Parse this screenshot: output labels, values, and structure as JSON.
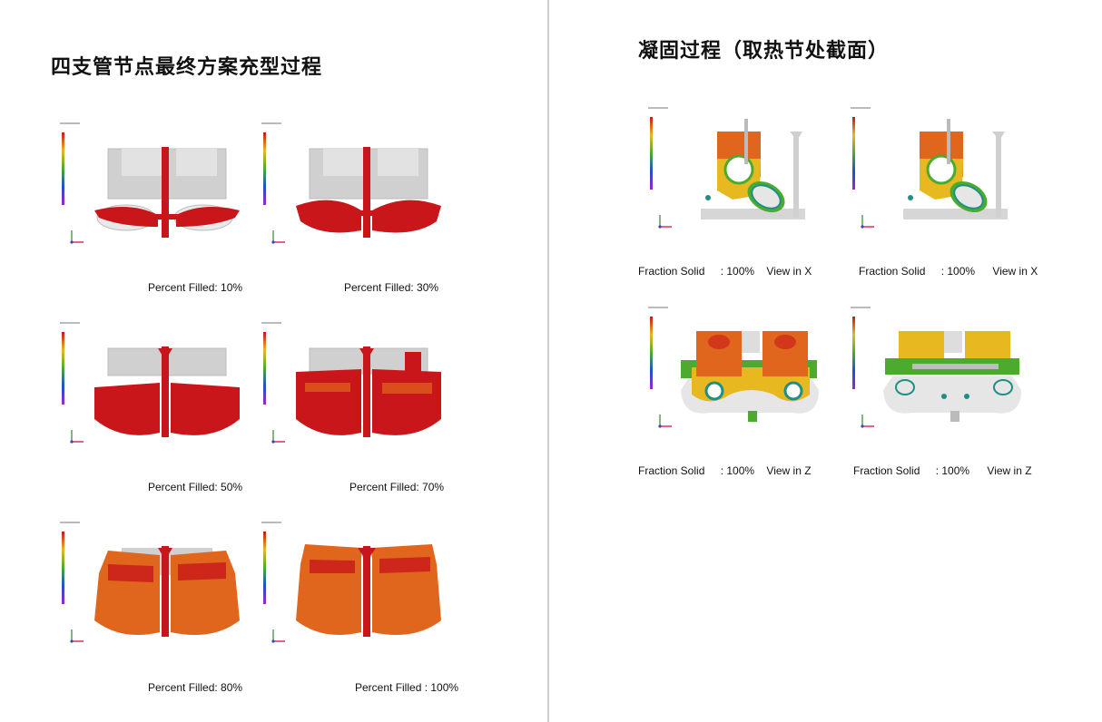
{
  "left_section": {
    "title": "四支管节点最终方案充型过程",
    "captions": [
      "Percent Filled: 10%",
      "Percent Filled: 30%",
      "Percent Filled: 50%",
      "Percent Filled: 70%",
      "Percent Filled: 80%",
      "Percent Filled : 100%"
    ]
  },
  "right_section": {
    "title": "凝固过程（取热节处截面）",
    "captions": [
      {
        "label": "Fraction Solid",
        "value": ": 100%",
        "view": "View in X"
      },
      {
        "label": "Fraction Solid",
        "value": ": 100%",
        "view": "View in X"
      },
      {
        "label": "Fraction Solid",
        "value": ": 100%",
        "view": "View in Z"
      },
      {
        "label": "Fraction Solid",
        "value": ": 100%",
        "view": "View in Z"
      }
    ]
  },
  "colors": {
    "fill_red": "#c8161a",
    "fill_orange": "#e0661d",
    "mold_gray": "#c9c9c9",
    "solid_yellow": "#e8b820",
    "solid_green": "#4cab2f",
    "solid_teal": "#1f8f86"
  }
}
